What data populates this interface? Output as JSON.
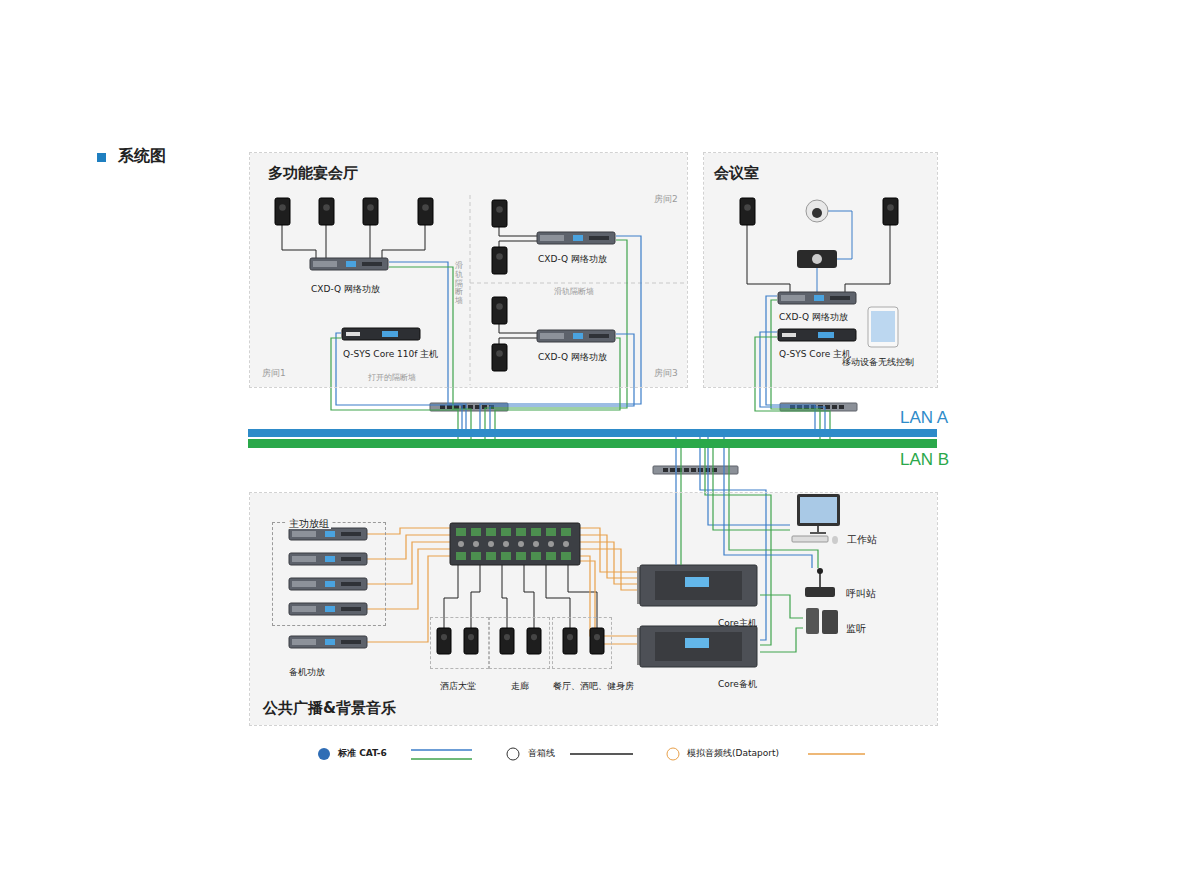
{
  "diagram": {
    "title": "系统图",
    "nodes": [
      {
        "text": [
          "多功能宴会厅"
        ]
      },
      {
        "text": [
          "CXD-Q 网络功放"
        ],
        "in": 0
      },
      {
        "text": [
          "Q-SYS Core 110f 主机"
        ],
        "in": 0
      },
      {
        "text": [
          "CXD-Q 网络功放"
        ],
        "in": 0
      },
      {
        "text": [
          "CXD-Q 网络功放"
        ],
        "in": 0
      },
      {
        "text": [
          "会议室"
        ]
      },
      {
        "text": [
          "CXD-Q 网络功放"
        ],
        "in": 5
      },
      {
        "text": [
          "Q-SYS Core 主机"
        ],
        "in": 5
      },
      {
        "text": [
          "移动设备无线控制"
        ],
        "in": 5
      },
      {
        "text": [
          "LAN A"
        ]
      },
      {
        "text": [
          "LAN B"
        ]
      },
      {
        "text": [
          "公共广播&背景音乐"
        ]
      },
      {
        "text": [
          "主功放组"
        ],
        "in": 11
      },
      {
        "text": [
          "备机功放"
        ],
        "in": 11
      },
      {
        "text": [
          "酒店大堂"
        ],
        "in": 11
      },
      {
        "text": [
          "走廊"
        ],
        "in": 11
      },
      {
        "text": [
          "餐厅、酒吧、健身房"
        ],
        "in": 11
      },
      {
        "text": [
          "Core主机"
        ],
        "in": 11
      },
      {
        "text": [
          "Core备机"
        ],
        "in": 11
      },
      {
        "text": [
          "工作站"
        ],
        "in": 11
      },
      {
        "text": [
          "呼叫站"
        ],
        "in": 11
      },
      {
        "text": [
          "监听"
        ],
        "in": 11
      }
    ],
    "edges": [
      {
        "from": 1,
        "to": 9,
        "arrow": "none"
      },
      {
        "from": 1,
        "to": 10,
        "arrow": "none"
      },
      {
        "from": 2,
        "to": 9,
        "arrow": "none"
      },
      {
        "from": 2,
        "to": 10,
        "arrow": "none"
      },
      {
        "from": 3,
        "to": 9,
        "arrow": "none"
      },
      {
        "from": 3,
        "to": 10,
        "arrow": "none"
      },
      {
        "from": 4,
        "to": 9,
        "arrow": "none"
      },
      {
        "from": 4,
        "to": 10,
        "arrow": "none"
      },
      {
        "from": 6,
        "to": 9,
        "arrow": "none"
      },
      {
        "from": 6,
        "to": 10,
        "arrow": "none"
      },
      {
        "from": 7,
        "to": 9,
        "arrow": "none"
      },
      {
        "from": 7,
        "to": 10,
        "arrow": "none"
      },
      {
        "from": 17,
        "to": 9,
        "arrow": "none"
      },
      {
        "from": 17,
        "to": 10,
        "arrow": "none"
      },
      {
        "from": 18,
        "to": 9,
        "arrow": "none"
      },
      {
        "from": 18,
        "to": 10,
        "arrow": "none"
      },
      {
        "from": 19,
        "to": 9,
        "arrow": "none"
      },
      {
        "from": 19,
        "to": 10,
        "arrow": "none"
      },
      {
        "from": 20,
        "to": 9,
        "arrow": "none"
      },
      {
        "from": 20,
        "to": 10,
        "arrow": "none"
      },
      {
        "from": 17,
        "to": 21,
        "arrow": "none"
      },
      {
        "from": 18,
        "to": 21,
        "arrow": "none"
      }
    ],
    "labels": [
      "房间1",
      "房间2",
      "房间3",
      "打开的隔断墙",
      "滑轨隔断墙",
      "滑轨隔断墙"
    ],
    "legend": [
      {
        "text": "标准 CAT-6"
      },
      {
        "text": "音箱线"
      },
      {
        "text": "模拟音频线(Dataport)"
      }
    ]
  }
}
